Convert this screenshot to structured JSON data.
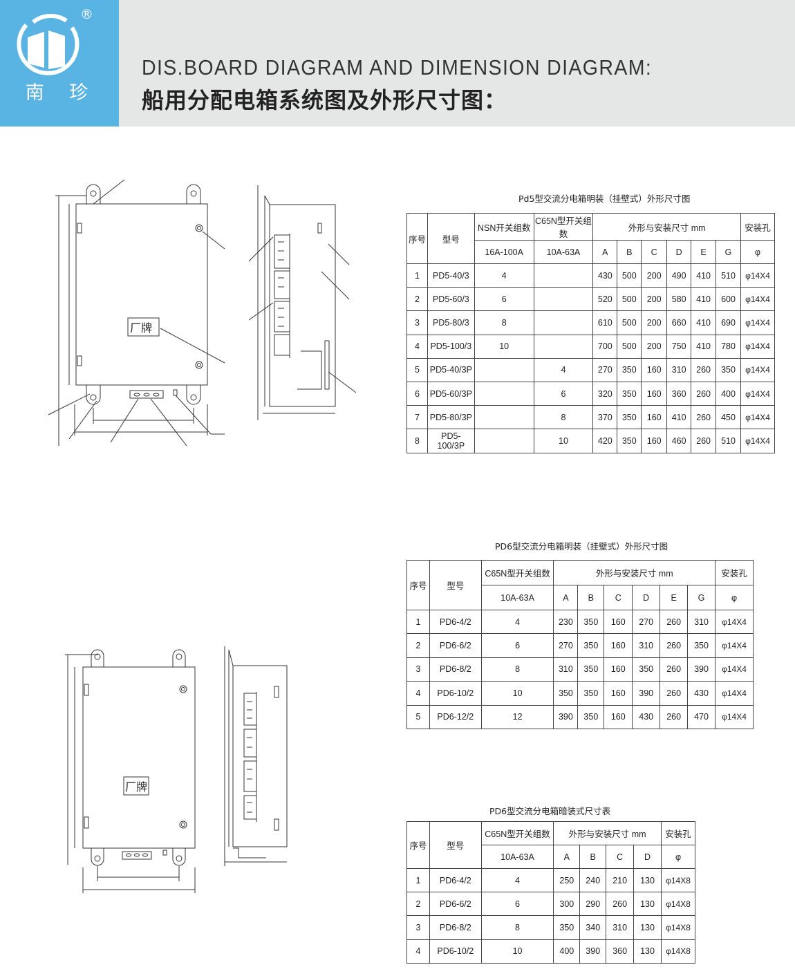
{
  "header": {
    "logo_text": "南 珍",
    "registered_mark": "®",
    "title_en": "DIS.BOARD DIAGRAM AND DIMENSION DIAGRAM:",
    "title_zh": "船用分配电箱系统图及外形尺寸图："
  },
  "drawings": {
    "nameplate_label": "厂牌"
  },
  "table1": {
    "caption": "Pd5型交流分电箱明装（挂壁式）外形尺寸图",
    "headers": {
      "index": "序号",
      "model": "型号",
      "nsn": "NSN开关组数",
      "nsn_range": "16A-100A",
      "c65n": "C65N型开关组数",
      "c65n_range": "10A-63A",
      "dims": "外形与安装尺寸     mm",
      "cols": [
        "A",
        "B",
        "C",
        "D",
        "E",
        "G"
      ],
      "hole": "安装孔",
      "hole_sym": "φ"
    },
    "rows": [
      {
        "no": "1",
        "model": "PD5-40/3",
        "nsn": "4",
        "c65n": "",
        "dims": [
          "430",
          "500",
          "200",
          "490",
          "410",
          "510"
        ],
        "hole": "φ14X4"
      },
      {
        "no": "2",
        "model": "PD5-60/3",
        "nsn": "6",
        "c65n": "",
        "dims": [
          "520",
          "500",
          "200",
          "580",
          "410",
          "600"
        ],
        "hole": "φ14X4"
      },
      {
        "no": "3",
        "model": "PD5-80/3",
        "nsn": "8",
        "c65n": "",
        "dims": [
          "610",
          "500",
          "200",
          "660",
          "410",
          "690"
        ],
        "hole": "φ14X4"
      },
      {
        "no": "4",
        "model": "PD5-100/3",
        "nsn": "10",
        "c65n": "",
        "dims": [
          "700",
          "500",
          "200",
          "750",
          "410",
          "780"
        ],
        "hole": "φ14X4"
      },
      {
        "no": "5",
        "model": "PD5-40/3P",
        "nsn": "",
        "c65n": "4",
        "dims": [
          "270",
          "350",
          "160",
          "310",
          "260",
          "350"
        ],
        "hole": "φ14X4"
      },
      {
        "no": "6",
        "model": "PD5-60/3P",
        "nsn": "",
        "c65n": "6",
        "dims": [
          "320",
          "350",
          "160",
          "360",
          "260",
          "400"
        ],
        "hole": "φ14X4"
      },
      {
        "no": "7",
        "model": "PD5-80/3P",
        "nsn": "",
        "c65n": "8",
        "dims": [
          "370",
          "350",
          "160",
          "410",
          "260",
          "450"
        ],
        "hole": "φ14X4"
      },
      {
        "no": "8",
        "model": "PD5-100/3P",
        "nsn": "",
        "c65n": "10",
        "dims": [
          "420",
          "350",
          "160",
          "460",
          "260",
          "510"
        ],
        "hole": "φ14X4"
      }
    ]
  },
  "table2": {
    "caption": "PD6型交流分电箱明装（挂壁式）外形尺寸图",
    "headers": {
      "index": "序号",
      "model": "型号",
      "c65n": "C65N型开关组数",
      "c65n_range": "10A-63A",
      "dims": "外形与安装尺寸     mm",
      "cols": [
        "A",
        "B",
        "C",
        "D",
        "E",
        "G"
      ],
      "hole": "安装孔",
      "hole_sym": "φ"
    },
    "rows": [
      {
        "no": "1",
        "model": "PD6-4/2",
        "c65n": "4",
        "dims": [
          "230",
          "350",
          "160",
          "270",
          "260",
          "310"
        ],
        "hole": "φ14X4"
      },
      {
        "no": "2",
        "model": "PD6-6/2",
        "c65n": "6",
        "dims": [
          "270",
          "350",
          "160",
          "310",
          "260",
          "350"
        ],
        "hole": "φ14X4"
      },
      {
        "no": "3",
        "model": "PD6-8/2",
        "c65n": "8",
        "dims": [
          "310",
          "350",
          "160",
          "350",
          "260",
          "390"
        ],
        "hole": "φ14X4"
      },
      {
        "no": "4",
        "model": "PD6-10/2",
        "c65n": "10",
        "dims": [
          "350",
          "350",
          "160",
          "390",
          "260",
          "430"
        ],
        "hole": "φ14X4"
      },
      {
        "no": "5",
        "model": "PD6-12/2",
        "c65n": "12",
        "dims": [
          "390",
          "350",
          "160",
          "430",
          "260",
          "470"
        ],
        "hole": "φ14X4"
      }
    ]
  },
  "table3": {
    "caption": "PD6型交流分电箱暗装式尺寸表",
    "headers": {
      "index": "序号",
      "model": "型号",
      "c65n": "C65N型开关组数",
      "c65n_range": "10A-63A",
      "dims": "外形与安装尺寸     mm",
      "cols": [
        "A",
        "B",
        "C",
        "D"
      ],
      "hole": "安装孔",
      "hole_sym": "φ"
    },
    "rows": [
      {
        "no": "1",
        "model": "PD6-4/2",
        "c65n": "4",
        "dims": [
          "250",
          "240",
          "210",
          "130"
        ],
        "hole": "φ14X8"
      },
      {
        "no": "2",
        "model": "PD6-6/2",
        "c65n": "6",
        "dims": [
          "300",
          "290",
          "260",
          "130"
        ],
        "hole": "φ14X8"
      },
      {
        "no": "3",
        "model": "PD6-8/2",
        "c65n": "8",
        "dims": [
          "350",
          "340",
          "310",
          "130"
        ],
        "hole": "φ14X8"
      },
      {
        "no": "4",
        "model": "PD6-10/2",
        "c65n": "10",
        "dims": [
          "400",
          "390",
          "360",
          "130"
        ],
        "hole": "φ14X8"
      }
    ]
  }
}
